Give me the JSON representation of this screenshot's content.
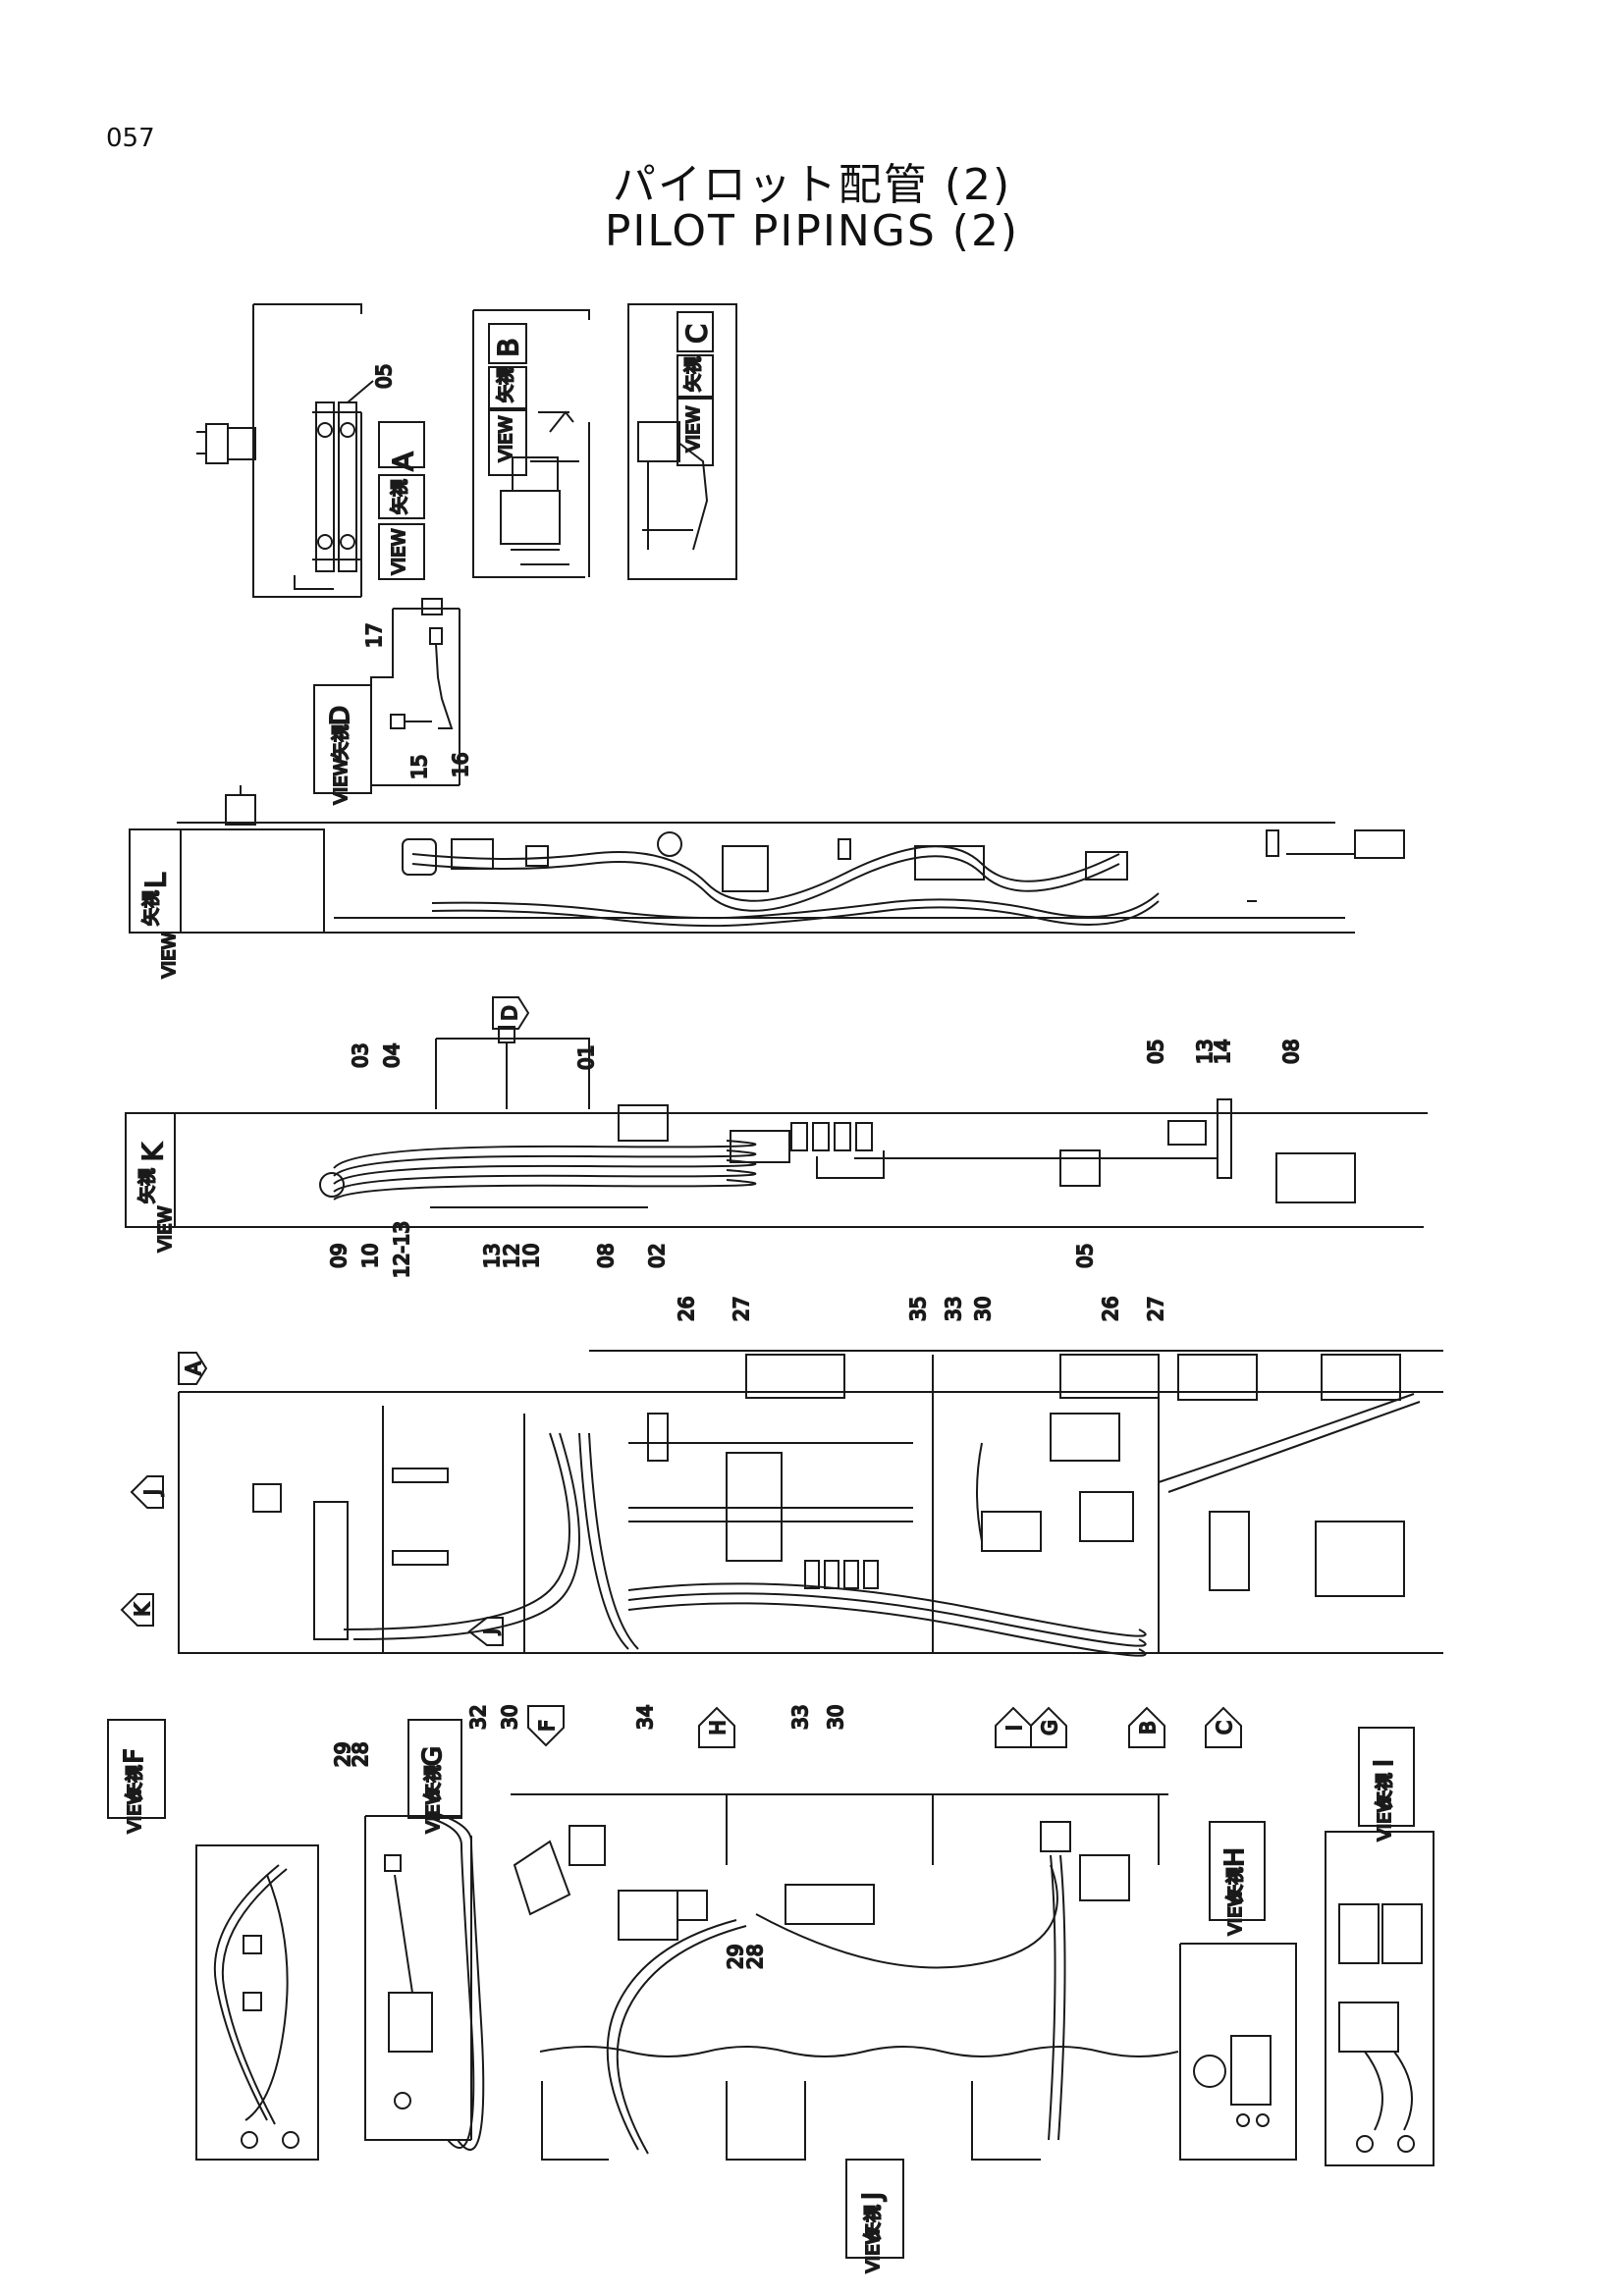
{
  "page": {
    "number": "057"
  },
  "title": {
    "jp": "パイロット配管 (2)",
    "en": "PILOT PIPINGS (2)"
  },
  "views": {
    "A": {
      "jp": "矢視",
      "en": "VIEW",
      "letter": "A"
    },
    "B": {
      "jp": "矢視",
      "en": "VIEW",
      "letter": "B"
    },
    "C": {
      "jp": "矢視",
      "en": "VIEW",
      "letter": "C"
    },
    "D": {
      "jp": "矢視",
      "en": "VIEW",
      "letter": "D"
    },
    "L": {
      "jp": "矢視",
      "en": "VIEW",
      "letter": "L"
    },
    "K": {
      "jp": "矢視",
      "en": "VIEW",
      "letter": "K"
    },
    "F": {
      "jp": "矢視",
      "en": "VIEW",
      "letter": "F"
    },
    "G": {
      "jp": "矢視",
      "en": "VIEW",
      "letter": "G"
    },
    "H": {
      "jp": "矢視",
      "en": "VIEW",
      "letter": "H"
    },
    "I": {
      "jp": "矢視",
      "en": "VIEW",
      "letter": "I"
    },
    "J": {
      "jp": "矢視",
      "en": "VIEW",
      "letter": "J"
    }
  },
  "arrows": {
    "D": "D",
    "A": "A",
    "J": "J",
    "K": "K",
    "J2": "J",
    "F": "F",
    "H": "H",
    "I": "I",
    "G": "G",
    "B": "B",
    "C": "C"
  },
  "part_numbers": {
    "a05": "05",
    "d17": "17",
    "d15": "15",
    "d16": "16",
    "k03": "03",
    "k04": "04",
    "k01": "01",
    "k05": "05",
    "k13": "13",
    "k14": "14",
    "k08": "08",
    "k09": "09",
    "k10": "10",
    "k12_13": "12-13",
    "k13b": "13",
    "k12": "12",
    "k10b": "10",
    "k08b": "08",
    "k02": "02",
    "k05b": "05",
    "m26": "26",
    "m27": "27",
    "m35": "35",
    "m33": "33",
    "m30": "30",
    "m26b": "26",
    "m27b": "27",
    "m32": "32",
    "m30b": "30",
    "m34": "34",
    "m33b": "33",
    "m30c": "30",
    "g29": "29",
    "g28": "28",
    "j29": "29",
    "j28": "28"
  }
}
